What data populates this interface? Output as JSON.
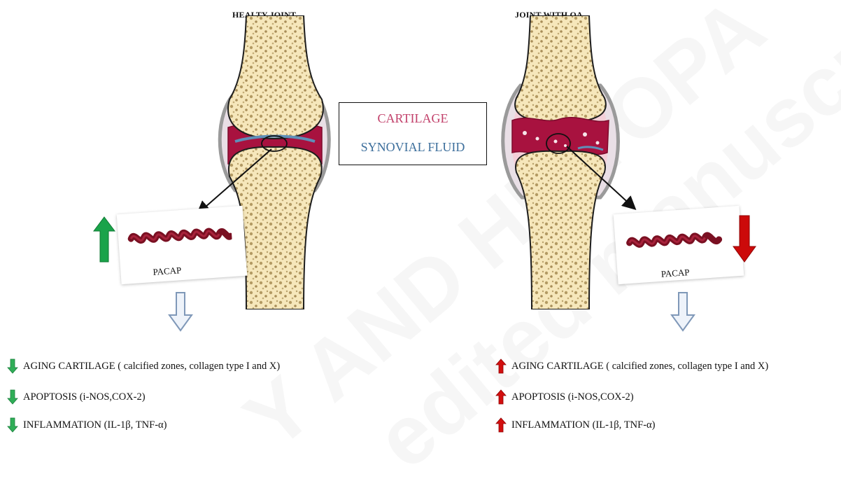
{
  "healthy": {
    "title": "HEALTY JOINT",
    "card_label": "PACAP",
    "indicator_color": "#1aa34a",
    "effects": [
      "AGING CARTILAGE ( calcified zones,  collagen type I and X)",
      "APOPTOSIS (i-NOS,COX-2)",
      "INFLAMMATION (IL-1β, TNF-α)"
    ],
    "effect_icon": "green-down-arrow-icon"
  },
  "oa": {
    "title": "JOINT WITH OA",
    "card_label": "PACAP",
    "indicator_color": "#cc0a0a",
    "effects": [
      "AGING CARTILAGE ( calcified zones,  collagen type I and X)",
      "APOPTOSIS (i-NOS,COX-2)",
      "INFLAMMATION (IL-1β, TNF-α)"
    ],
    "effect_icon": "red-up-arrow-icon"
  },
  "legend": {
    "cartilage": "CARTILAGE",
    "synovial_fluid": "SYNOVIAL FLUID",
    "cartilage_color": "#c2416b",
    "synovial_color": "#3d6f9c"
  },
  "watermark": {
    "line1": "Y AND HISTOPA",
    "line2": "edited manuscript)"
  }
}
